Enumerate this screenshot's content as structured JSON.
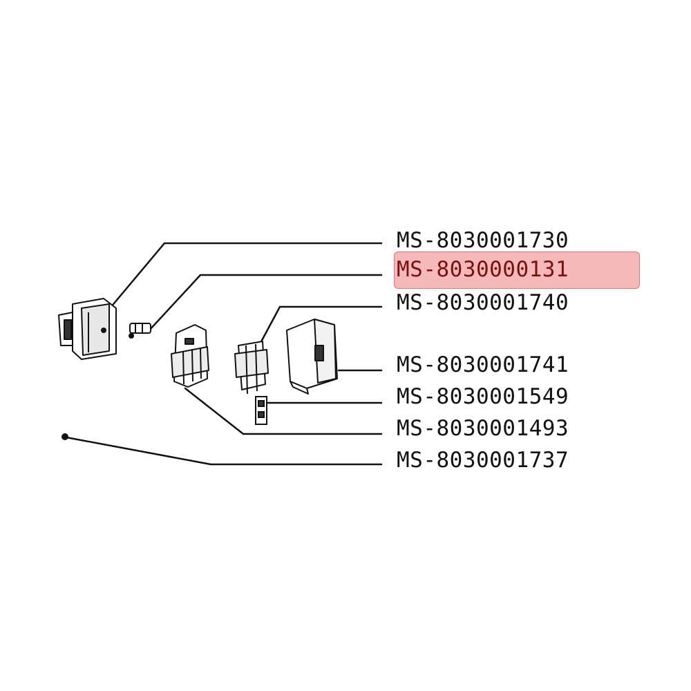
{
  "highlight_color": "#eb6464",
  "parts": [
    {
      "id": "MS-8030001730",
      "highlighted": false
    },
    {
      "id": "MS-8030000131",
      "highlighted": true
    },
    {
      "id": "MS-8030001740",
      "highlighted": false
    },
    {
      "id": "MS-8030001741",
      "highlighted": false
    },
    {
      "id": "MS-8030001549",
      "highlighted": false
    },
    {
      "id": "MS-8030001493",
      "highlighted": false
    },
    {
      "id": "MS-8030001737",
      "highlighted": false
    }
  ]
}
